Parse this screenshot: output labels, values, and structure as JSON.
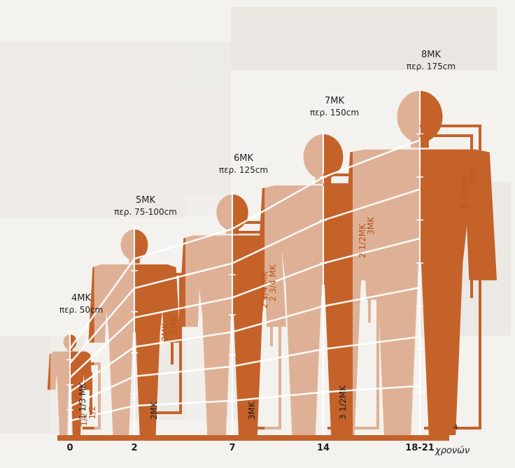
{
  "figures": [
    {
      "mk": "4MK",
      "height": "περ. 50cm",
      "age": "0",
      "bracket_label": "1 1/3 MK",
      "side_labels": [
        "1/2",
        "1/2"
      ]
    },
    {
      "mk": "5MK",
      "height": "περ. 75-100cm",
      "age": "2",
      "bracket_label": "2MK",
      "side_labels": [
        "2MK",
        "2MK"
      ]
    },
    {
      "mk": "6MK",
      "height": "περ. 125cm",
      "age": "7",
      "bracket_label": "3MK",
      "side_labels": [
        "2 3/4 MK",
        "2 1/4 MK"
      ]
    },
    {
      "mk": "7MK",
      "height": "περ. 150cm",
      "age": "14",
      "bracket_label": "3 1/2MK",
      "side_labels": [
        "3MK",
        "2 1/2MK"
      ]
    },
    {
      "mk": "8MK",
      "height": "περ. 175cm",
      "age": "18-21",
      "bracket_label": "",
      "side_labels": [
        "3MK",
        "3 1/2MK"
      ]
    }
  ],
  "x_axis_unit": "χρονών",
  "corner_number": "4",
  "colors": {
    "figure": "#c4622a",
    "line": "#ffffff",
    "ink": "#1e1e1e",
    "paper": "#f4f2ee"
  }
}
